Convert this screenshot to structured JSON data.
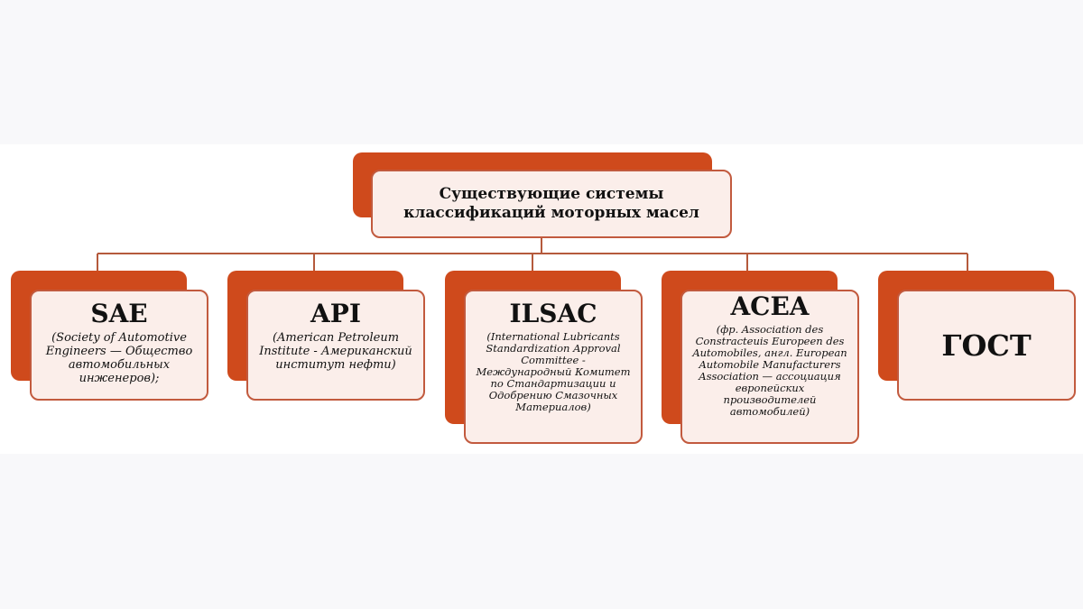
{
  "diagram": {
    "root": {
      "line1": "Существующие системы",
      "line2": "классификаций моторных масел"
    },
    "children": [
      {
        "abbr": "SAE",
        "description": "(Society of Automotive Engineers — Общество автомобильных инженеров);"
      },
      {
        "abbr": "API",
        "description": "(American Petroleum Institute  - Американский институт нефти)"
      },
      {
        "abbr": "ILSAC",
        "description": "(International Lubricants Standardization Approval Committee - Международный Комитет по Стандартизации и Одобрению Смазочных Материалов)"
      },
      {
        "abbr": "ACEA",
        "description": "(фр. Association des Constracteuis Europeen des Automobiles, англ. European Automobile Manufacturers Association — ассоциация европейских производителей автомобилей)"
      },
      {
        "abbr": "ГОСТ",
        "description": ""
      }
    ]
  },
  "colors": {
    "accent": "#cf4a1c",
    "card_fill": "#fbeeea",
    "card_border": "#c25a3e",
    "connector": "#b55a3c"
  }
}
